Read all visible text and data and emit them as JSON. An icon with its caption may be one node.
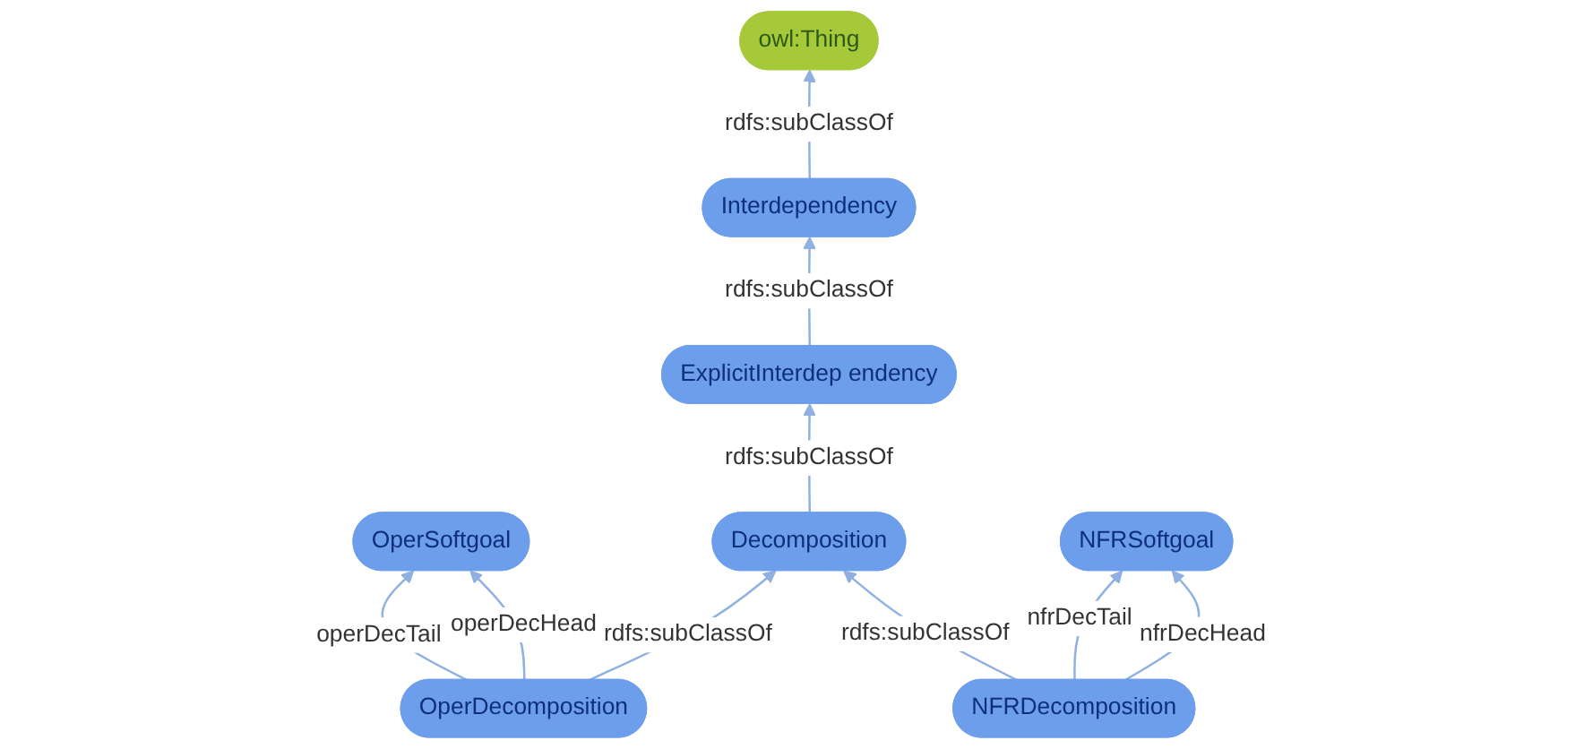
{
  "diagram": {
    "nodes": [
      {
        "text": [
          "owl:Thing"
        ]
      },
      {
        "text": [
          "Interdependency"
        ]
      },
      {
        "text": [
          "OperDecomposition"
        ]
      },
      {
        "text": [
          "OperSoftgoal"
        ]
      },
      {
        "text": [
          "ExplicitInterdep endency"
        ]
      },
      {
        "text": [
          "Decomposition"
        ]
      },
      {
        "text": [
          "NFRDecomposition"
        ]
      },
      {
        "text": [
          "NFRSoftgoal"
        ]
      }
    ],
    "edges": [
      {
        "from": 1,
        "to": 0,
        "arrow": "to",
        "label": "rdfs:subClassOf"
      },
      {
        "from": 4,
        "to": 1,
        "arrow": "to",
        "label": "rdfs:subClassOf"
      },
      {
        "from": 5,
        "to": 4,
        "arrow": "to",
        "label": "rdfs:subClassOf"
      },
      {
        "from": 2,
        "to": 5,
        "arrow": "to",
        "label": "rdfs:subClassOf"
      },
      {
        "from": 6,
        "to": 5,
        "arrow": "to",
        "label": "rdfs:subClassOf"
      },
      {
        "from": 2,
        "to": 3,
        "arrow": "to",
        "label": "operDecTail"
      },
      {
        "from": 2,
        "to": 3,
        "arrow": "to",
        "label": "operDecHead"
      },
      {
        "from": 6,
        "to": 7,
        "arrow": "to",
        "label": "nfrDecTail"
      },
      {
        "from": 6,
        "to": 7,
        "arrow": "to",
        "label": "nfrDecHead"
      }
    ]
  }
}
